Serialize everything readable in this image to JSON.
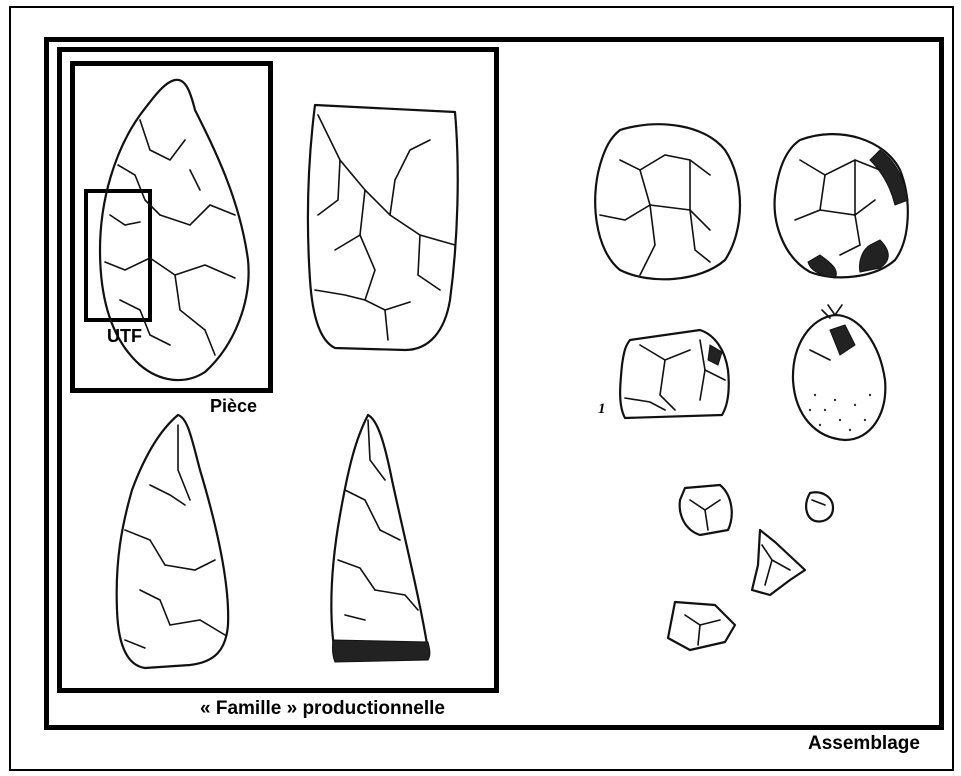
{
  "labels": {
    "utf": "UTF",
    "piece": "Pièce",
    "famille": "« Famille » productionnelle",
    "assemblage": "Assemblage"
  },
  "artifacts": {
    "small_number": "1"
  }
}
